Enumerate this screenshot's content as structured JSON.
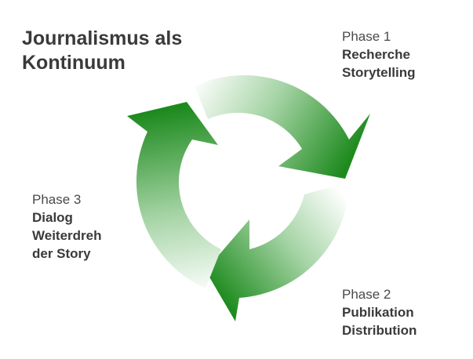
{
  "title": {
    "line1": "Journalismus als",
    "line2": "Kontinuum"
  },
  "phases": [
    {
      "label": "Phase 1",
      "lines": [
        "Recherche",
        "Storytelling"
      ]
    },
    {
      "label": "Phase 2",
      "lines": [
        "Publikation",
        "Distribution"
      ]
    },
    {
      "label": "Phase 3",
      "lines": [
        "Dialog",
        "Weiterdreh",
        "der Story"
      ]
    }
  ],
  "colors": {
    "arrow_dark": "#1d8a1d",
    "arrow_light": "#ffffff",
    "text": "#3a3a3a"
  }
}
